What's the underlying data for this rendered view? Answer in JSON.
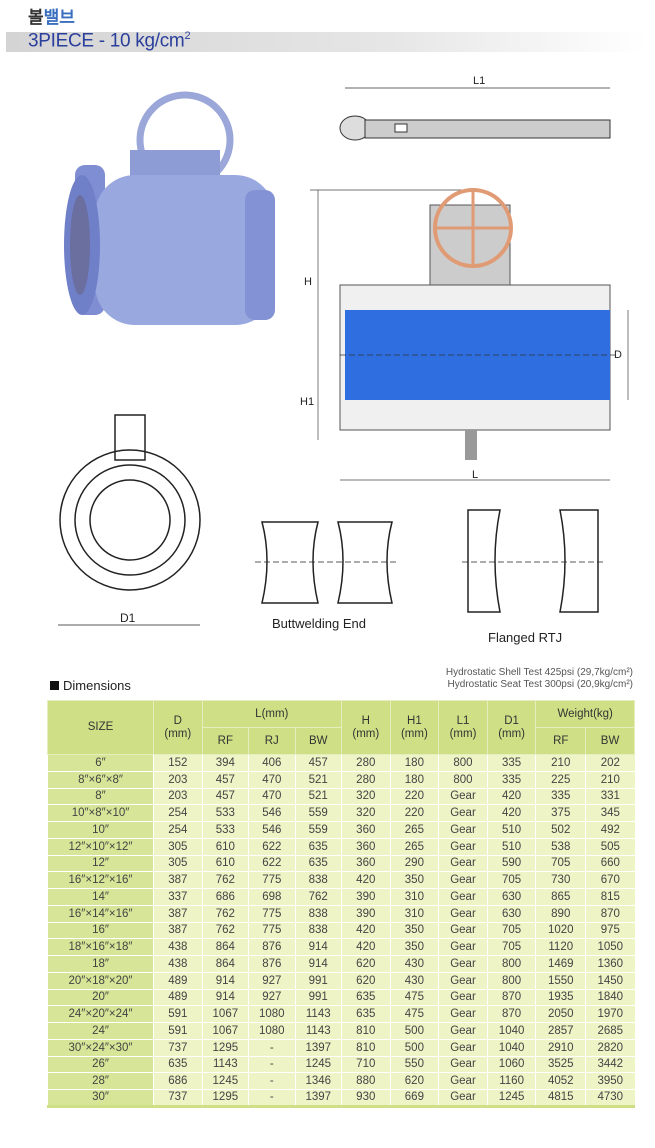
{
  "header": {
    "category_a": "볼",
    "category_b": "밸브",
    "title": "3PIECE - 10 kg/cm",
    "title_sup": "2"
  },
  "drawing_labels": {
    "L1": "L1",
    "H": "H",
    "H1": "H1",
    "D": "D",
    "L": "L",
    "D1": "D1",
    "buttwelding": "Buttwelding End",
    "flanged": "Flanged RTJ"
  },
  "section": {
    "title": "Dimensions",
    "note1": "Hydrostatic Shell Test 425psi (29,7kg/cm²)",
    "note2": "Hydrostatic Seat Test 300psi (20,9kg/cm²)"
  },
  "colors": {
    "header_bg": "#cfdf86",
    "size_bg": "#d6e597",
    "cell_bg": "#eef4c6",
    "title": "#2b3f9c"
  },
  "table": {
    "headers": {
      "size": "SIZE",
      "d": "D",
      "d_unit": "(mm)",
      "l": "L(mm)",
      "rf": "RF",
      "rj": "RJ",
      "bw": "BW",
      "h": "H",
      "h_unit": "(mm)",
      "h1": "H1",
      "h1_unit": "(mm)",
      "l1": "L1",
      "l1_unit": "(mm)",
      "d1": "D1",
      "d1_unit": "(mm)",
      "weight": "Weight(kg)",
      "w_rf": "RF",
      "w_bw": "BW"
    },
    "rows": [
      [
        "6″",
        "152",
        "394",
        "406",
        "457",
        "280",
        "180",
        "800",
        "335",
        "210",
        "202"
      ],
      [
        "8″×6″×8″",
        "203",
        "457",
        "470",
        "521",
        "280",
        "180",
        "800",
        "335",
        "225",
        "210"
      ],
      [
        "8″",
        "203",
        "457",
        "470",
        "521",
        "320",
        "220",
        "Gear",
        "420",
        "335",
        "331"
      ],
      [
        "10″×8″×10″",
        "254",
        "533",
        "546",
        "559",
        "320",
        "220",
        "Gear",
        "420",
        "375",
        "345"
      ],
      [
        "10″",
        "254",
        "533",
        "546",
        "559",
        "360",
        "265",
        "Gear",
        "510",
        "502",
        "492"
      ],
      [
        "12″×10″×12″",
        "305",
        "610",
        "622",
        "635",
        "360",
        "265",
        "Gear",
        "510",
        "538",
        "505"
      ],
      [
        "12″",
        "305",
        "610",
        "622",
        "635",
        "360",
        "290",
        "Gear",
        "590",
        "705",
        "660"
      ],
      [
        "16″×12″×16″",
        "387",
        "762",
        "775",
        "838",
        "420",
        "350",
        "Gear",
        "705",
        "730",
        "670"
      ],
      [
        "14″",
        "337",
        "686",
        "698",
        "762",
        "390",
        "310",
        "Gear",
        "630",
        "865",
        "815"
      ],
      [
        "16″×14″×16″",
        "387",
        "762",
        "775",
        "838",
        "390",
        "310",
        "Gear",
        "630",
        "890",
        "870"
      ],
      [
        "16″",
        "387",
        "762",
        "775",
        "838",
        "420",
        "350",
        "Gear",
        "705",
        "1020",
        "975"
      ],
      [
        "18″×16″×18″",
        "438",
        "864",
        "876",
        "914",
        "420",
        "350",
        "Gear",
        "705",
        "1120",
        "1050"
      ],
      [
        "18″",
        "438",
        "864",
        "876",
        "914",
        "620",
        "430",
        "Gear",
        "800",
        "1469",
        "1360"
      ],
      [
        "20″×18″×20″",
        "489",
        "914",
        "927",
        "991",
        "620",
        "430",
        "Gear",
        "800",
        "1550",
        "1450"
      ],
      [
        "20″",
        "489",
        "914",
        "927",
        "991",
        "635",
        "475",
        "Gear",
        "870",
        "1935",
        "1840"
      ],
      [
        "24″×20″×24″",
        "591",
        "1067",
        "1080",
        "1143",
        "635",
        "475",
        "Gear",
        "870",
        "2050",
        "1970"
      ],
      [
        "24″",
        "591",
        "1067",
        "1080",
        "1143",
        "810",
        "500",
        "Gear",
        "1040",
        "2857",
        "2685"
      ],
      [
        "30″×24″×30″",
        "737",
        "1295",
        "-",
        "1397",
        "810",
        "500",
        "Gear",
        "1040",
        "2910",
        "2820"
      ],
      [
        "26″",
        "635",
        "1143",
        "-",
        "1245",
        "710",
        "550",
        "Gear",
        "1060",
        "3525",
        "3442"
      ],
      [
        "28″",
        "686",
        "1245",
        "-",
        "1346",
        "880",
        "620",
        "Gear",
        "1160",
        "4052",
        "3950"
      ],
      [
        "30″",
        "737",
        "1295",
        "-",
        "1397",
        "930",
        "669",
        "Gear",
        "1245",
        "4815",
        "4730"
      ]
    ]
  }
}
